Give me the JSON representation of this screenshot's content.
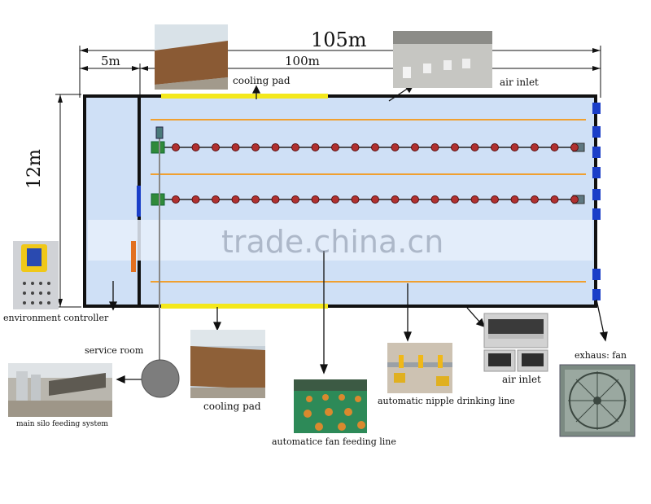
{
  "dimensions": {
    "total_length": "105m",
    "service_length": "5m",
    "house_length": "100m",
    "width": "12m"
  },
  "labels": {
    "cooling_pad_top": "cooling pad",
    "air_inlet_top": "air inlet",
    "environment_controller": "environment controller",
    "service_room": "service room",
    "cooling_pad_bottom": "cooling pad",
    "main_silo": "main silo feeding system",
    "fan_feeding": "automatice fan feeding line",
    "nipple_drinking": "automatic nipple drinking line",
    "air_inlet_bottom": "air inlet",
    "exhaust_fan": "exhaus: fan"
  },
  "watermark": "trade.china.cn",
  "colors": {
    "floor": "#cfe0f6",
    "wall": "#111111",
    "cooling_pad": "#f4e81c",
    "feed_line": "#f0a030",
    "fan": "#1a3ec8",
    "silo_tank": "#7d7d7d",
    "feeder_pan": "#b03030"
  }
}
